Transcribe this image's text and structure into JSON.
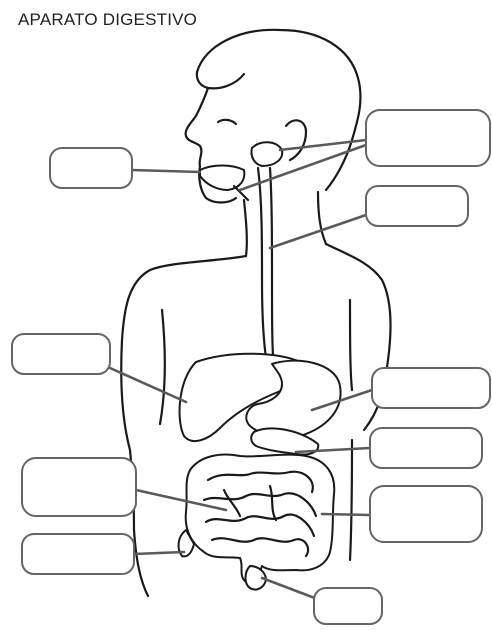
{
  "title": "APARATO DIGESTIVO",
  "label_boxes": [
    {
      "id": "mouth",
      "text": ""
    },
    {
      "id": "salivary-glands",
      "text": ""
    },
    {
      "id": "pharynx",
      "text": ""
    },
    {
      "id": "esophagus",
      "text": ""
    },
    {
      "id": "liver",
      "text": ""
    },
    {
      "id": "stomach",
      "text": ""
    },
    {
      "id": "pancreas",
      "text": ""
    },
    {
      "id": "small-intestine",
      "text": ""
    },
    {
      "id": "large-intestine",
      "text": ""
    },
    {
      "id": "appendix",
      "text": ""
    },
    {
      "id": "rectum",
      "text": ""
    }
  ]
}
